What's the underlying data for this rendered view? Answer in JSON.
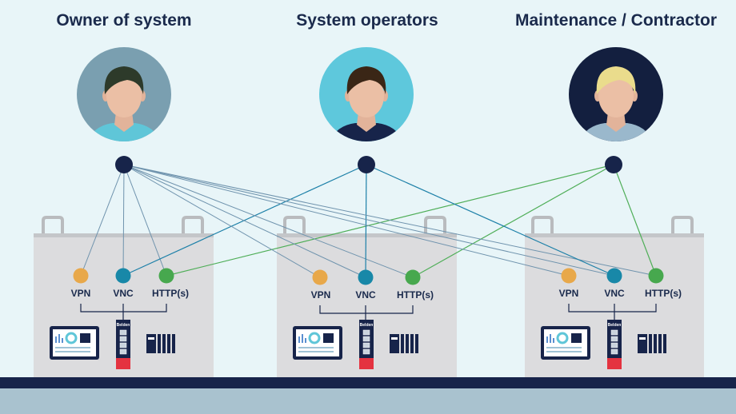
{
  "roles": [
    {
      "title": "Owner of system",
      "avatar": {
        "bg": "#7a9fb0",
        "hair": "#2d3a2a",
        "shirt": "#5fc6d8"
      }
    },
    {
      "title": "System operators",
      "avatar": {
        "bg": "#5ec8dc",
        "hair": "#3a2616",
        "shirt": "#17244a"
      }
    },
    {
      "title": "Maintenance / Contractor",
      "avatar": {
        "bg": "#131f3f",
        "hair": "#eadc8c",
        "shirt": "#9ab8cc"
      }
    }
  ],
  "cabinets": [
    {
      "labels": [
        "VPN",
        "VNC",
        "HTTP(s)"
      ],
      "brand": "Belden"
    },
    {
      "labels": [
        "VPN",
        "VNC",
        "HTTP(s)"
      ],
      "brand": "Belden"
    },
    {
      "labels": [
        "VPN",
        "VNC",
        "HTTP(s)"
      ],
      "brand": "Belden"
    }
  ],
  "colors": {
    "background": "#e8f5f8",
    "navy": "#17244a",
    "vpn": "#e8a84a",
    "vnc": "#1888a8",
    "https": "#47a84e",
    "owner_line": "#6f93ad",
    "operator_line": "#1d80a8",
    "contractor_line": "#4fae58",
    "cabinet": "#dcdcde",
    "floor": "#a9c2cf",
    "floor_edge": "#17244a"
  },
  "connections": [
    {
      "from": "Owner of system",
      "to": [
        "VPN",
        "VNC",
        "HTTP(s)"
      ]
    },
    {
      "from": "System operators",
      "to": [
        "VNC"
      ]
    },
    {
      "from": "Maintenance / Contractor",
      "to": [
        "HTTP(s)"
      ]
    }
  ]
}
